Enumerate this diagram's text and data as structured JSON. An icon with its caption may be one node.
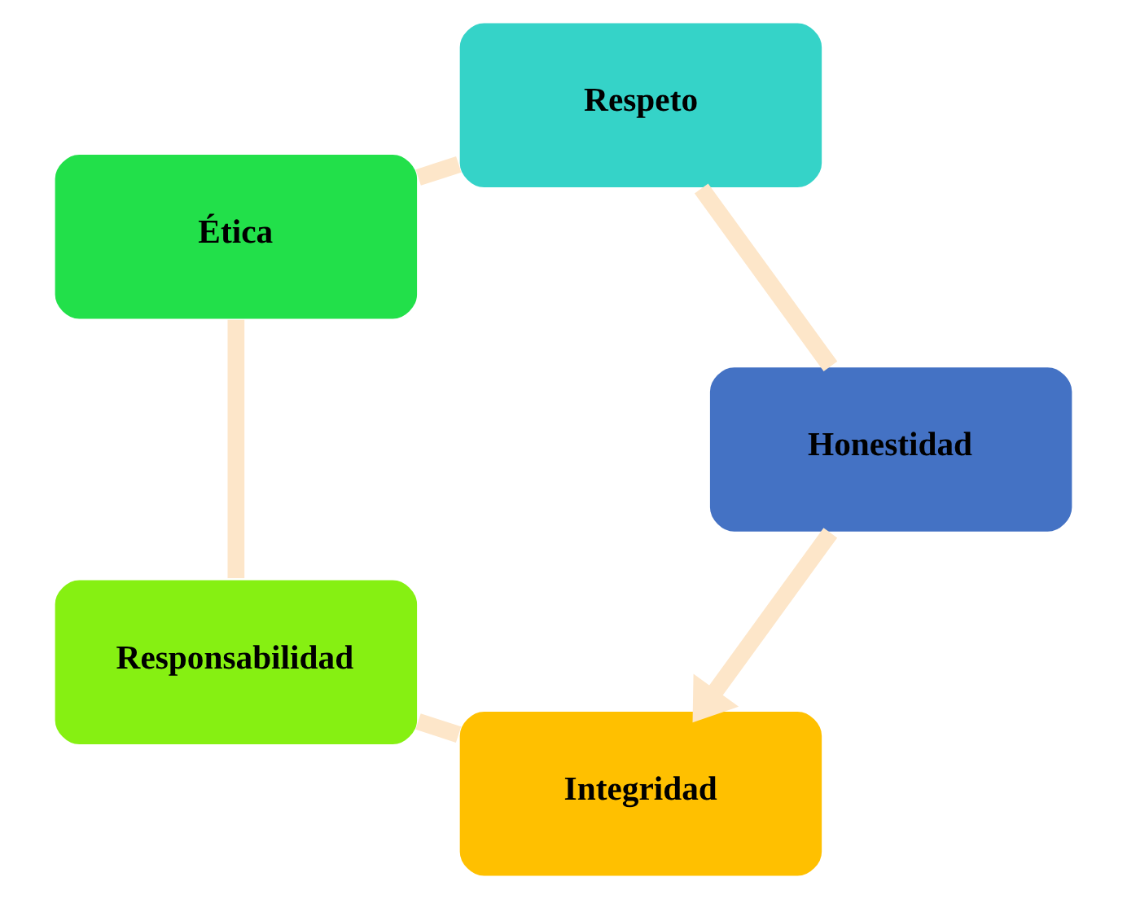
{
  "diagram": {
    "nodes": [
      {
        "text": [
          "Integridad"
        ]
      },
      {
        "text": [
          "Responsabilidad"
        ]
      },
      {
        "text": [
          "Ética"
        ]
      },
      {
        "text": [
          "Respeto"
        ]
      },
      {
        "text": [
          "Honestidad"
        ]
      }
    ],
    "edges": [
      {
        "from": 0,
        "to": 1,
        "arrow": "none"
      },
      {
        "from": 1,
        "to": 2,
        "arrow": "none"
      },
      {
        "from": 2,
        "to": 3,
        "arrow": "none"
      },
      {
        "from": 3,
        "to": 4,
        "arrow": "none"
      },
      {
        "from": 4,
        "to": 0,
        "arrow": "to"
      }
    ]
  }
}
